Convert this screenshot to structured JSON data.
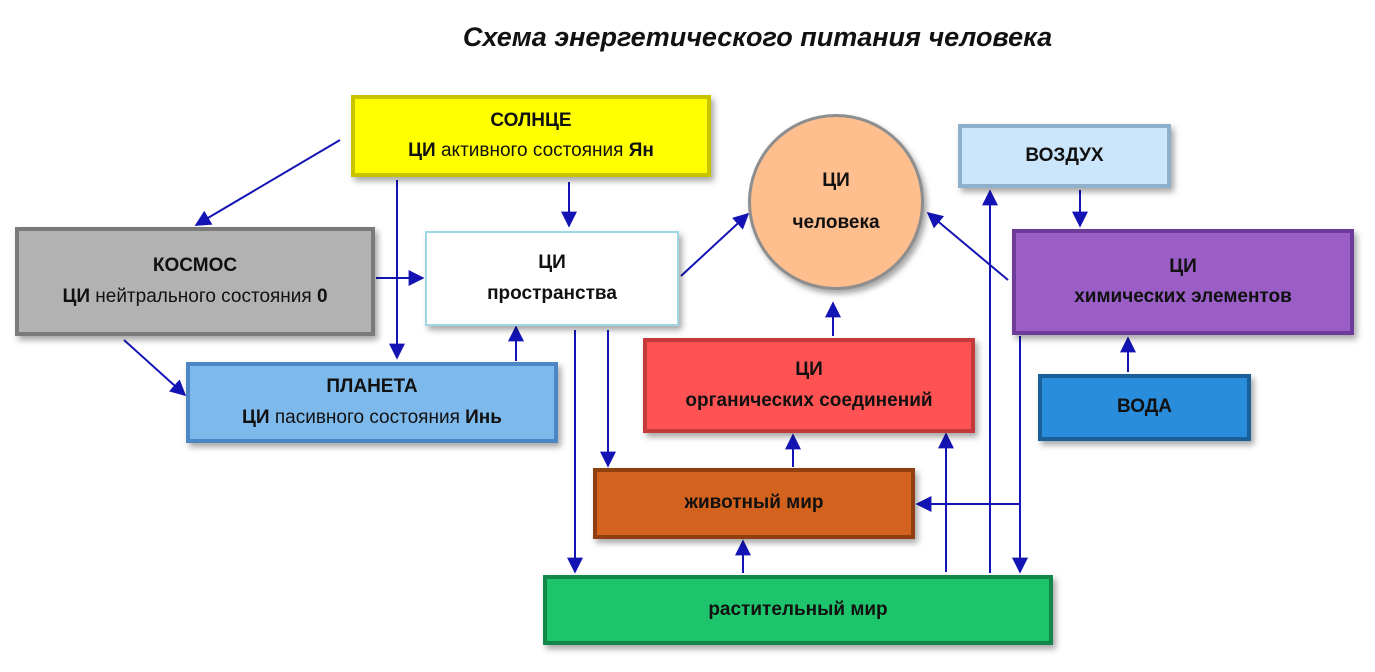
{
  "title": "Схема энергетического питания человека",
  "nodes": {
    "sun": {
      "heading": "СОЛНЦЕ",
      "ci": "ЦИ",
      "text": " активного состояния ",
      "tail": "Ян",
      "fill": "#ffff00",
      "border": "#c9c400"
    },
    "cosmos": {
      "heading": "КОСМОС",
      "ci": "ЦИ",
      "text": " нейтрального состояния ",
      "tail": "0",
      "fill": "#b2b2b2",
      "border": "#7a7a7a"
    },
    "planet": {
      "heading": "ПЛАНЕТА",
      "ci": "ЦИ",
      "text": " пасивного состояния ",
      "tail": "Инь",
      "fill": "#7eb9ec",
      "border": "#4a87c4"
    },
    "space": {
      "line1": "ЦИ",
      "line2": "пространства",
      "fill": "#ffffff",
      "border": "#9fd7e6"
    },
    "human": {
      "line1": "ЦИ",
      "line2": "человека",
      "fill": "#ffbe8e",
      "border": "#8e8e8e"
    },
    "air": {
      "label": "ВОЗДУХ",
      "fill": "#cbe5fb",
      "border": "#8fb0cc"
    },
    "chem": {
      "line1": "ЦИ",
      "line2": "химических элементов",
      "fill": "#9a5ec6",
      "border": "#6d3b99"
    },
    "water": {
      "label": "ВОДА",
      "fill": "#2a8ddb",
      "border": "#1b5f99"
    },
    "organic": {
      "line1": "ЦИ",
      "line2": "органических соединений",
      "fill": "#ff5353",
      "border": "#c43a3a"
    },
    "animal": {
      "label": "животный мир",
      "fill": "#d2621d",
      "border": "#8f3f10"
    },
    "plant": {
      "label": "растительный мир",
      "fill": "#1ec46b",
      "border": "#12874a"
    }
  },
  "colors": {
    "arrow": "#1414b4"
  }
}
